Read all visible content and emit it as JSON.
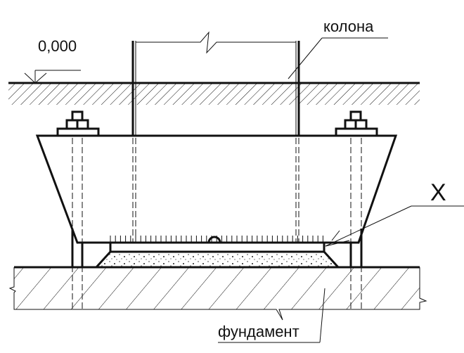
{
  "labels": {
    "level": "0,000",
    "column": "колона",
    "detail": "X",
    "foundation": "фундамент"
  },
  "colors": {
    "line": "#111111",
    "background": "#ffffff"
  }
}
